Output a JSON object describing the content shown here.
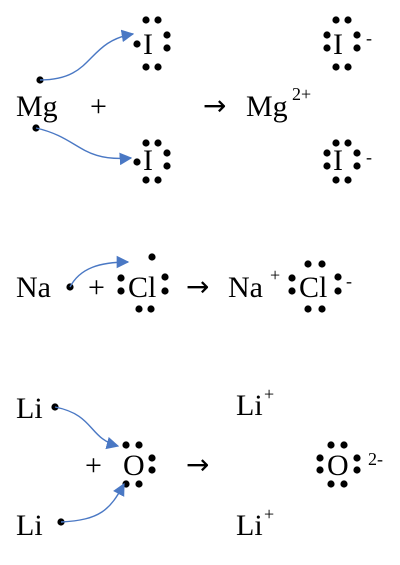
{
  "reactions": [
    {
      "id": "mg",
      "metal": "Mg",
      "plus": "+",
      "arrow": "→",
      "product_metal": "Mg",
      "product_metal_charge": "2+",
      "nonmetal": "I",
      "product_nonmetal": "I",
      "product_nonmetal_charge": "-"
    },
    {
      "id": "na",
      "metal": "Na",
      "plus": "+",
      "arrow": "→",
      "nonmetal": "Cl",
      "product_metal": "Na",
      "product_metal_charge": "+",
      "product_nonmetal": "Cl",
      "product_nonmetal_charge": "-"
    },
    {
      "id": "li",
      "metal": "Li",
      "plus": "+",
      "arrow": "→",
      "nonmetal": "O",
      "product_metal": "Li",
      "product_metal_charge": "+",
      "product_nonmetal": "O",
      "product_nonmetal_charge": "2-"
    }
  ],
  "colors": {
    "electron_transfer_arrow": "#4a78c4",
    "dot": "#000000"
  }
}
